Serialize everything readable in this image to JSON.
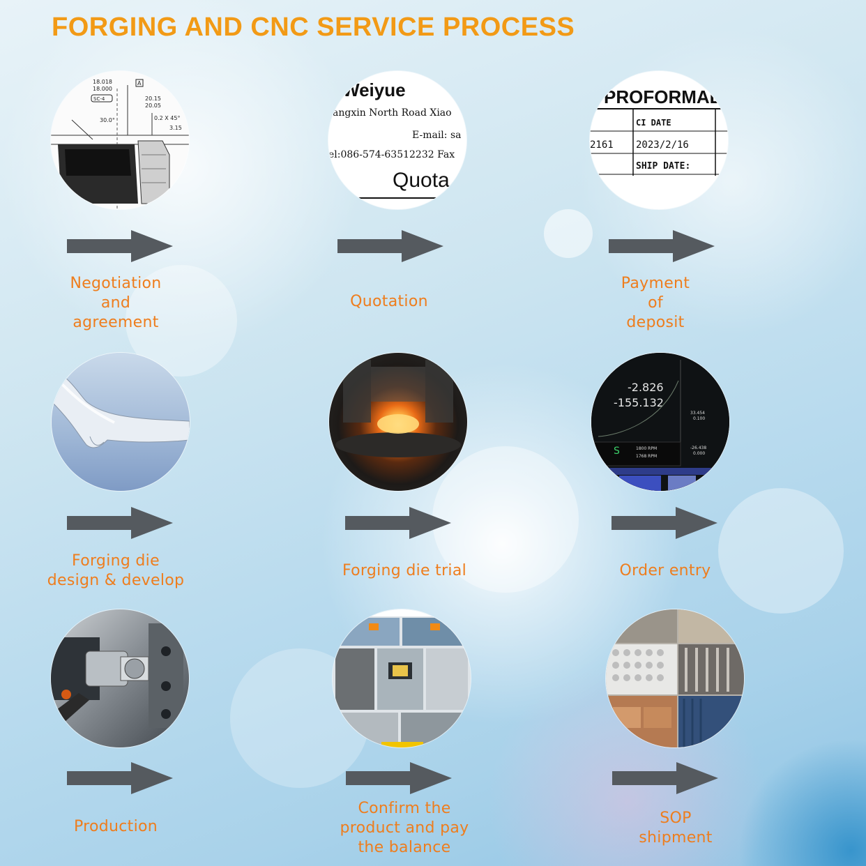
{
  "page": {
    "title": "FORGING AND CNC SERVICE PROCESS",
    "title_color": "#f29a16",
    "label_color": "#ee7d1d",
    "arrow_color": "#555a5f"
  },
  "steps": [
    {
      "label_lines": [
        "Negotiation",
        "and",
        "agreement"
      ],
      "image": "technical-drawing"
    },
    {
      "label_lines": [
        "Quotation"
      ],
      "image": "quotation-document"
    },
    {
      "label_lines": [
        "Payment",
        "of",
        "deposit"
      ],
      "image": "proforma-invoice"
    },
    {
      "label_lines": [
        "Forging die",
        "design & develop"
      ],
      "image": "die-3d-model"
    },
    {
      "label_lines": [
        "Forging die trial"
      ],
      "image": "hot-forging"
    },
    {
      "label_lines": [
        "Order entry"
      ],
      "image": "cnc-control-screen"
    },
    {
      "label_lines": [
        "Production"
      ],
      "image": "cnc-lathe"
    },
    {
      "label_lines": [
        "Confirm the",
        "product and pay",
        "the balance"
      ],
      "image": "quality-inspection-collage"
    },
    {
      "label_lines": [
        "SOP",
        "shipment"
      ],
      "image": "packing-shipment-collage"
    }
  ],
  "images": {
    "drawing": {
      "dim1": "18.018",
      "dim2": "18.000",
      "dim3": "20.15",
      "dim4": "20.05",
      "angle": "30.0°",
      "chamfer": "0.2 X 45°",
      "dim5": "3.15",
      "datum": "A",
      "callout": "SC-4"
    },
    "quotation": {
      "company": "Weiyue",
      "address": "angxin North Road Xiao",
      "email": "E-mail:  sa",
      "phone": "el:086-574-63512232 Fax",
      "heading": "Quota"
    },
    "invoice": {
      "heading": "PROFORMAL IN",
      "date_label": "CI DATE",
      "number": "2161",
      "date": "2023/2/16",
      "ship_label": "SHIP DATE:"
    },
    "cnc": {
      "x_val": "-2.826",
      "z_val": "-155.132",
      "rpm1": "1800 RPM",
      "rpm2": "1768 RPM",
      "s_label": "S",
      "v1": "33.454",
      "v2": "0.100",
      "v3": "-26.438",
      "v4": "0.000"
    }
  }
}
